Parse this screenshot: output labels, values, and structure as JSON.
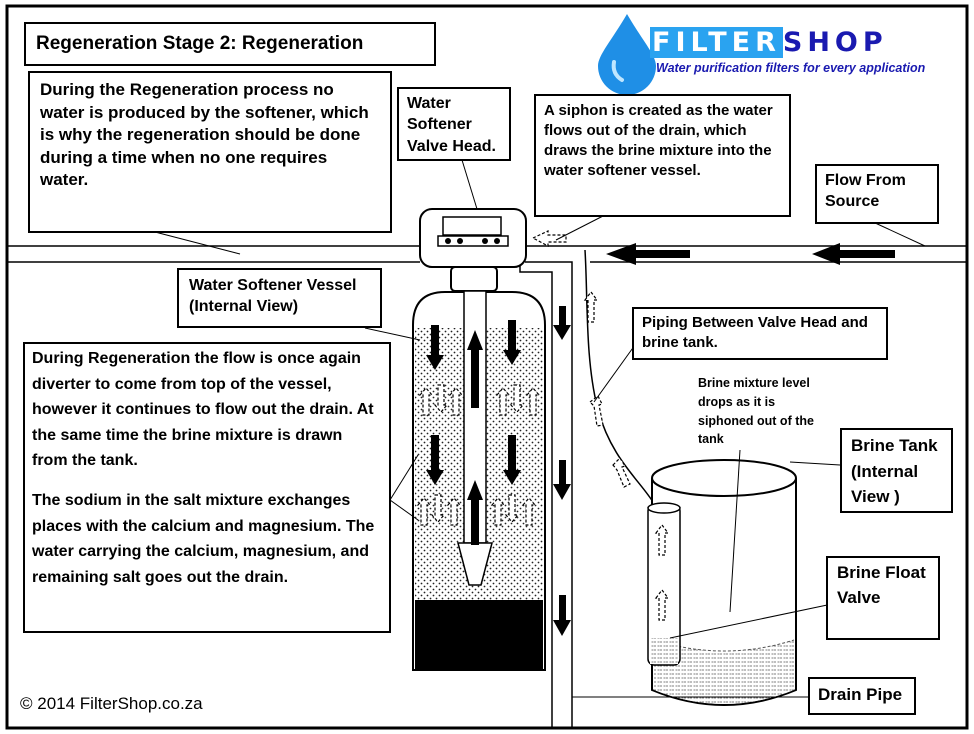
{
  "title": "Regeneration Stage 2: Regeneration",
  "logo": {
    "name_part1": "FILTER",
    "name_part2": "SHOP",
    "tagline": "Water purification filters for every application",
    "drop_icon": "water-drop-icon",
    "colors": {
      "drop": "#1f8fe6",
      "filter_bg": "#2aa3f0",
      "shop": "#1a1ab0"
    }
  },
  "labels": {
    "regen_note": "During the Regeneration process no water is produced by the softener, which is why the regeneration should be done during a time when no one requires water.",
    "valve_head": "Water Softener Valve Head.",
    "siphon_note": "A siphon is created as the water flows out of the drain, which draws the brine mixture into the water softener vessel.",
    "flow_from_source": "Flow From Source",
    "vessel": "Water Softener Vessel (Internal View)",
    "piping": "Piping Between Valve Head and brine tank.",
    "brine_level": "Brine mixture level drops as it is siphoned out of the tank",
    "brine_tank": "Brine Tank (Internal View )",
    "brine_float": "Brine Float Valve",
    "drain_pipe": "Drain Pipe",
    "regen_desc_1": "During Regeneration the flow is once again diverter to come from top of the vessel, however it continues to flow out the drain. At the same time the brine mixture is drawn from the tank.",
    "regen_desc_2": "The sodium in the salt mixture exchanges places with the calcium and magnesium. The water carrying the calcium, magnesium, and remaining salt goes out the drain."
  },
  "copyright": "© 2014 FilterShop.co.za"
}
